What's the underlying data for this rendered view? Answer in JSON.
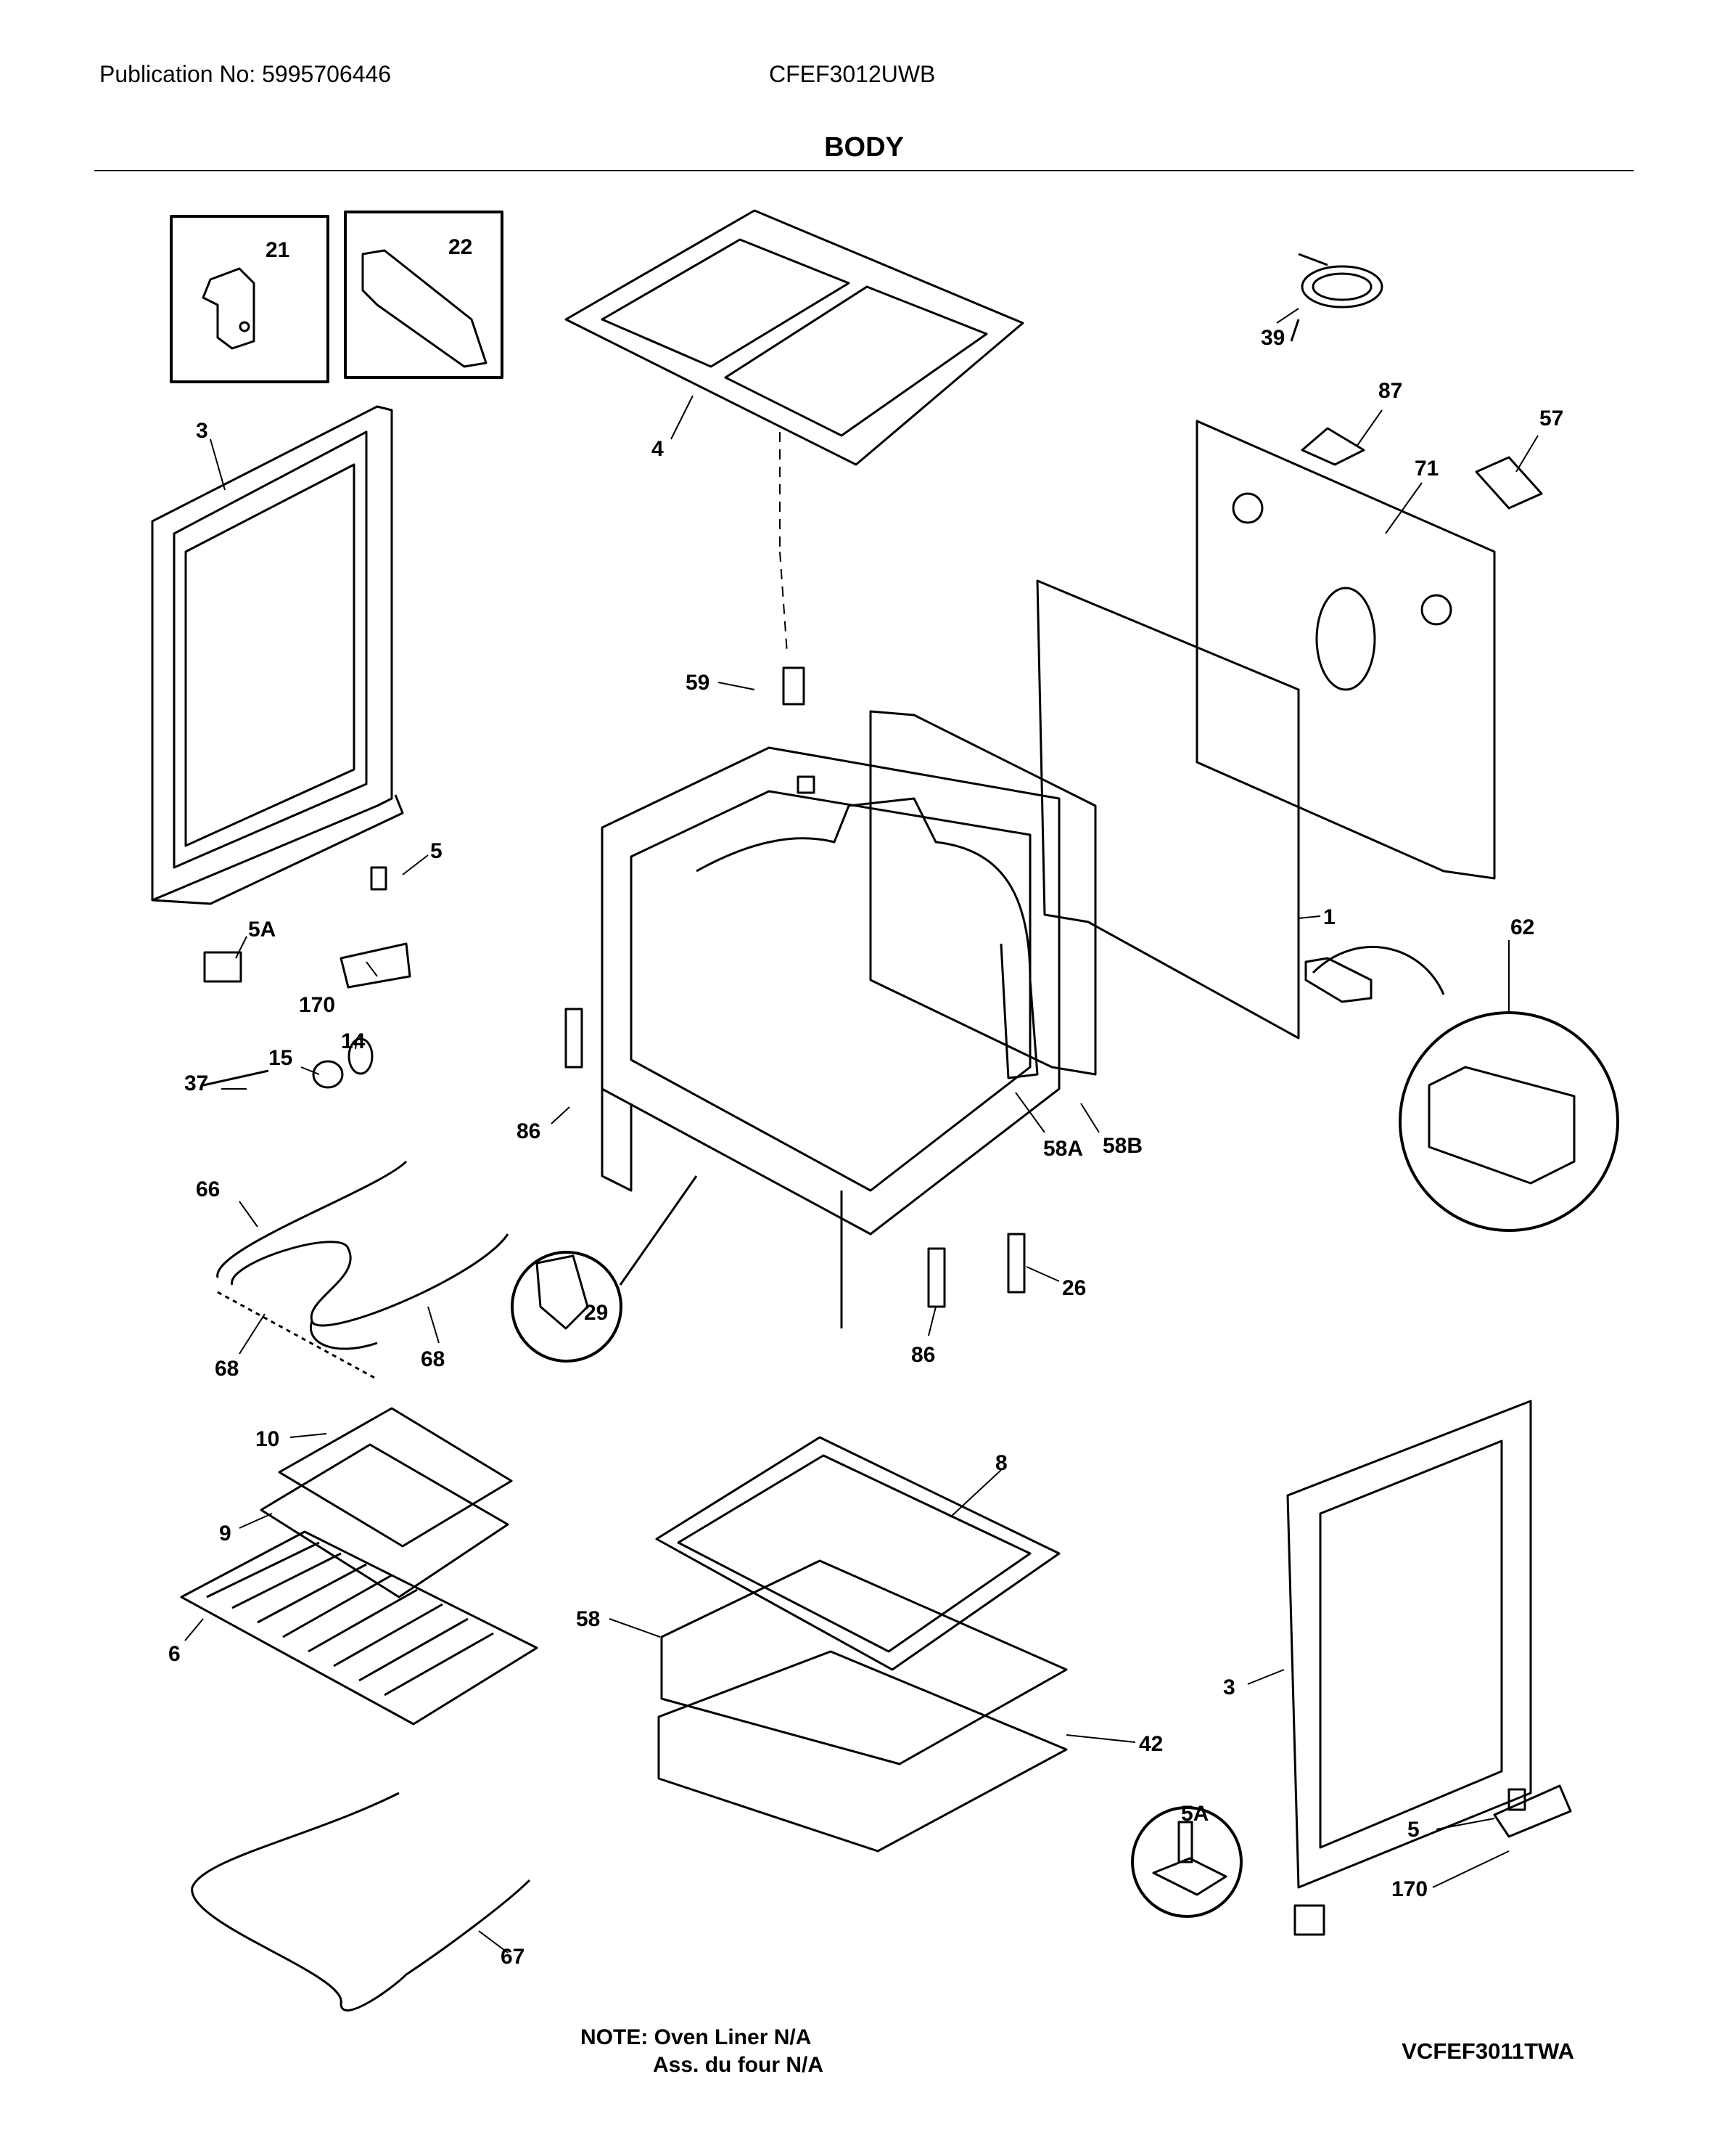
{
  "header": {
    "publication": "Publication No: 5995706446",
    "model": "CFEF3012UWB",
    "title": "BODY"
  },
  "callouts": [
    {
      "id": "21",
      "text": "21"
    },
    {
      "id": "22",
      "text": "22"
    },
    {
      "id": "3a",
      "text": "3"
    },
    {
      "id": "4",
      "text": "4"
    },
    {
      "id": "39",
      "text": "39"
    },
    {
      "id": "87",
      "text": "87"
    },
    {
      "id": "57",
      "text": "57"
    },
    {
      "id": "71",
      "text": "71"
    },
    {
      "id": "59",
      "text": "59"
    },
    {
      "id": "5a",
      "text": "5"
    },
    {
      "id": "5A1",
      "text": "5A"
    },
    {
      "id": "170a",
      "text": "170"
    },
    {
      "id": "14",
      "text": "14"
    },
    {
      "id": "15",
      "text": "15"
    },
    {
      "id": "37",
      "text": "37"
    },
    {
      "id": "86a",
      "text": "86"
    },
    {
      "id": "1",
      "text": "1"
    },
    {
      "id": "62",
      "text": "62"
    },
    {
      "id": "58A",
      "text": "58A"
    },
    {
      "id": "58B",
      "text": "58B"
    },
    {
      "id": "66",
      "text": "66"
    },
    {
      "id": "29",
      "text": "29"
    },
    {
      "id": "26",
      "text": "26"
    },
    {
      "id": "86b",
      "text": "86"
    },
    {
      "id": "68a",
      "text": "68"
    },
    {
      "id": "68b",
      "text": "68"
    },
    {
      "id": "10",
      "text": "10"
    },
    {
      "id": "8",
      "text": "8"
    },
    {
      "id": "9",
      "text": "9"
    },
    {
      "id": "6",
      "text": "6"
    },
    {
      "id": "58",
      "text": "58"
    },
    {
      "id": "3b",
      "text": "3"
    },
    {
      "id": "42",
      "text": "42"
    },
    {
      "id": "5A2",
      "text": "5A"
    },
    {
      "id": "5b",
      "text": "5"
    },
    {
      "id": "170b",
      "text": "170"
    },
    {
      "id": "67",
      "text": "67"
    }
  ],
  "footer": {
    "note_line1": "NOTE: Oven Liner N/A",
    "note_line2": "Ass. du four N/A",
    "diagram_code": "VCFEF3011TWA"
  }
}
